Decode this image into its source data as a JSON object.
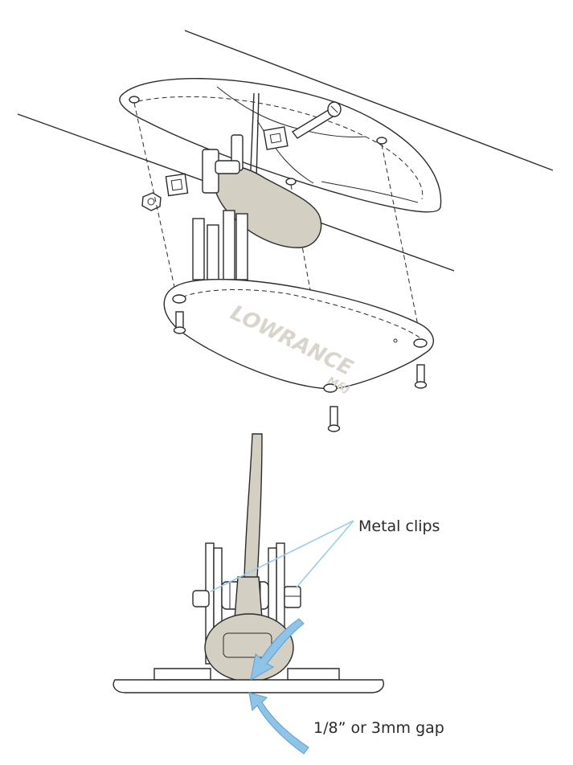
{
  "labels": {
    "metal_clips": "Metal clips",
    "gap": "1/8” or 3mm gap"
  },
  "logo": {
    "brand": "LOWRANCE",
    "sub": "M&J"
  },
  "colors": {
    "transducer": "#d4cfc3",
    "leader_line": "#9ccde8",
    "arrow": "#8ec4e8",
    "outline": "#2b2b2b"
  },
  "icons": [
    "mounting-bolt-icon",
    "nut-icon",
    "metal-clip-icon",
    "screw-icon",
    "rotation-arrow-icon",
    "gap-arrow-icon"
  ]
}
